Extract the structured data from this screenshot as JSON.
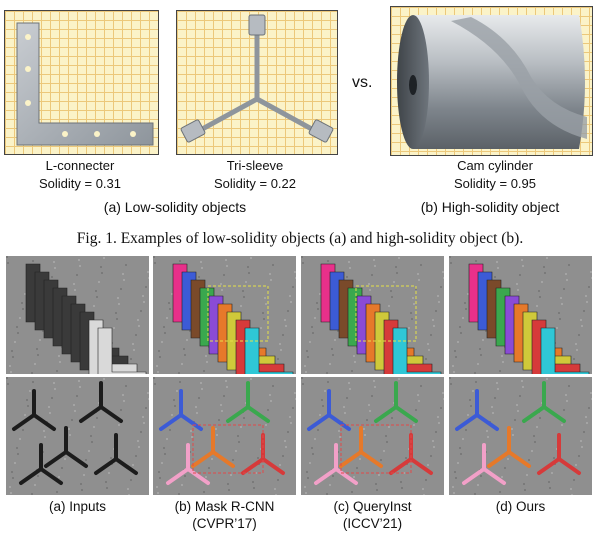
{
  "figure1": {
    "objects": [
      {
        "name": "L-connecter",
        "solidity": "Solidity = 0.31"
      },
      {
        "name": "Tri-sleeve",
        "solidity": "Solidity = 0.22"
      },
      {
        "name": "Cam cylinder",
        "solidity": "Solidity = 0.95"
      }
    ],
    "vs": "vs.",
    "subcaption_a": "(a) Low-solidity objects",
    "subcaption_b": "(b) High-solidity object",
    "caption": "Fig. 1.   Examples of low-solidity objects (a) and high-solidity object (b)."
  },
  "comparison": {
    "columns": [
      {
        "line1": "(a) Inputs",
        "line2": ""
      },
      {
        "line1": "(b) Mask R-CNN",
        "line2": "(CVPR’17)"
      },
      {
        "line1": "(c) QueryInst",
        "line2": "(ICCV’21)"
      },
      {
        "line1": "(d) Ours",
        "line2": ""
      }
    ]
  },
  "colors": {
    "grid_bg": "#fbf3c8",
    "grid_line": "#ecc87a",
    "mask_palette": [
      "#e8308a",
      "#3c5bd6",
      "#7a4a2a",
      "#3aa84e",
      "#8a4bd6",
      "#e6792a",
      "#cfc93a",
      "#d63a3a",
      "#2fc7d6",
      "#f2a0c8"
    ]
  }
}
